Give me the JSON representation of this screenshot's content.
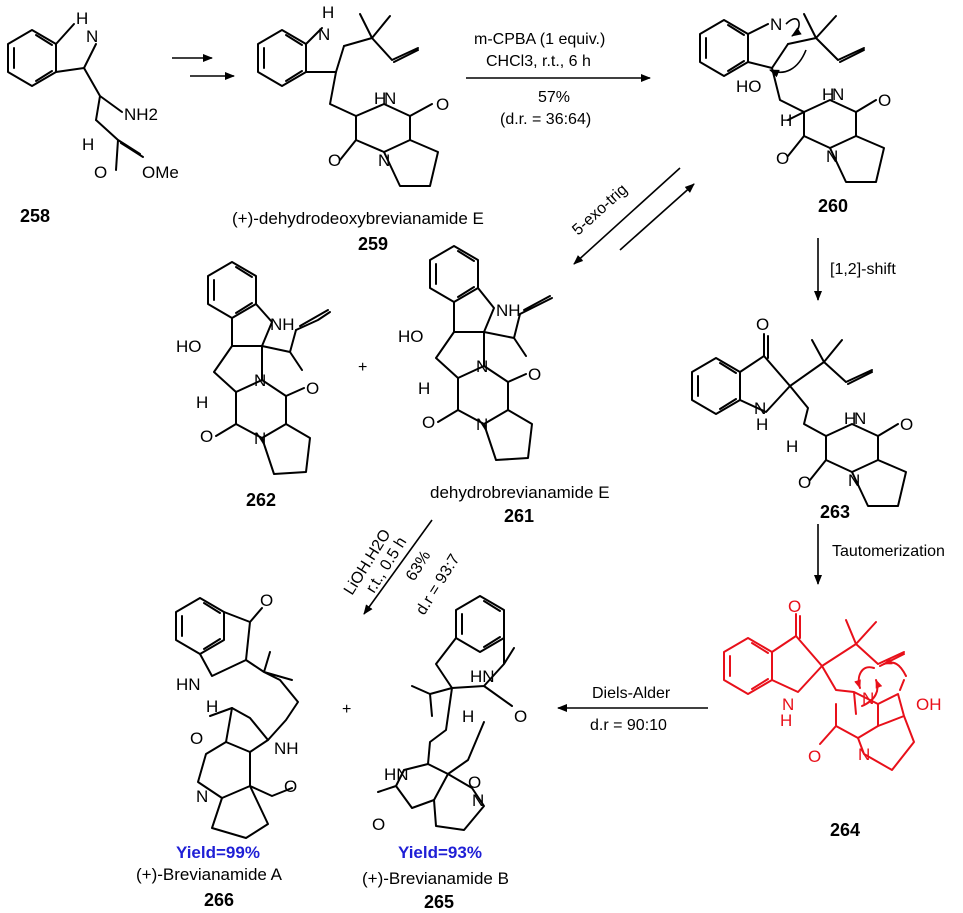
{
  "compounds": {
    "c258": {
      "number": "258"
    },
    "c259": {
      "number": "259",
      "name": "(+)-dehydrodeoxybrevianamide E"
    },
    "c260": {
      "number": "260"
    },
    "c261": {
      "number": "261",
      "name": "dehydrobrevianamide E"
    },
    "c262": {
      "number": "262"
    },
    "c263": {
      "number": "263"
    },
    "c264": {
      "number": "264"
    },
    "c265": {
      "number": "265",
      "name": "(+)-Brevianamide B",
      "yield": "Yield=93%"
    },
    "c266": {
      "number": "266",
      "name": "(+)-Brevianamide A",
      "yield": "Yield=99%"
    }
  },
  "atoms": {
    "H": "H",
    "N": "N",
    "NH": "NH",
    "HN": "HN",
    "NH2": "NH2",
    "O": "O",
    "OMe": "OMe",
    "HO": "HO",
    "OH": "OH",
    "plus": "+"
  },
  "steps": {
    "mcpba": {
      "reagent": "m-CPBA (1 equiv.)",
      "solvent": "CHCl3, r.t., 6 h",
      "yield": "57%",
      "dr": "(d.r. = 36:64)"
    },
    "exo": {
      "label": "5-exo-trig"
    },
    "shift": {
      "label": "[1,2]-shift"
    },
    "tauto": {
      "label": "Tautomerization"
    },
    "lioh": {
      "reagent": "LiOH.H2O",
      "time": "r.t., 0.5 h",
      "yield": "63%",
      "dr": "d.r = 93:7"
    },
    "da": {
      "label": "Diels-Alder",
      "dr": "d.r = 90:10"
    }
  },
  "colors": {
    "highlight": "#e8101a",
    "yield_text": "#1f1fd6"
  }
}
